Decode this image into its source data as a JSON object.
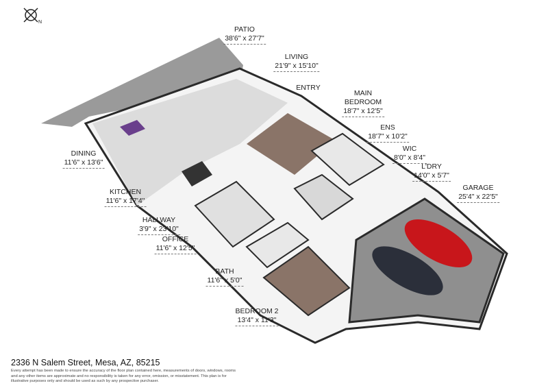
{
  "compass": {
    "icon": "north-arrow-icon",
    "label": "N"
  },
  "rooms": [
    {
      "name": "PATIO",
      "size": "38'6\" x 27'7\""
    },
    {
      "name": "LIVING",
      "size": "21'9\" x 15'10\""
    },
    {
      "name": "ENTRY",
      "size": ""
    },
    {
      "name": "MAIN\nBEDROOM",
      "size": "18'7\" x 12'5\""
    },
    {
      "name": "ENS",
      "size": "18'7\" x 10'2\""
    },
    {
      "name": "WIC",
      "size": "8'0\" x 8'4\""
    },
    {
      "name": "L'DRY",
      "size": "14'0\" x 5'7\""
    },
    {
      "name": "GARAGE",
      "size": "25'4\" x 22'5\""
    },
    {
      "name": "DINING",
      "size": "11'6\" x 13'6\""
    },
    {
      "name": "KITCHEN",
      "size": "11'6\" x 17'4\""
    },
    {
      "name": "HALLWAY",
      "size": "3'9\" x 23'10\""
    },
    {
      "name": "OFFICE",
      "size": "11'6\" x 12'5\""
    },
    {
      "name": "BATH",
      "size": "11'6\" x 5'0\""
    },
    {
      "name": "BEDROOM 2",
      "size": "13'4\" x 11'3\""
    }
  ],
  "footer": {
    "address": "2336 N Salem Street, Mesa, AZ, 85215",
    "disclaimer": "Every attempt has been made to ensure the accuracy of the floor plan contained here, measurements of doors, windows, rooms and any other items are approximate and no responsibility is taken for any error, omission, or misstatement. This plan is for illustrative purposes only and should be used as such by any prospective purchaser."
  },
  "colors": {
    "patio": "#9a9a9a",
    "floor": "#e6e6e6",
    "wood": "#8a7468",
    "wall": "#2a2a2a",
    "car_red": "#c8161b",
    "car_dark": "#2b2f3a"
  }
}
